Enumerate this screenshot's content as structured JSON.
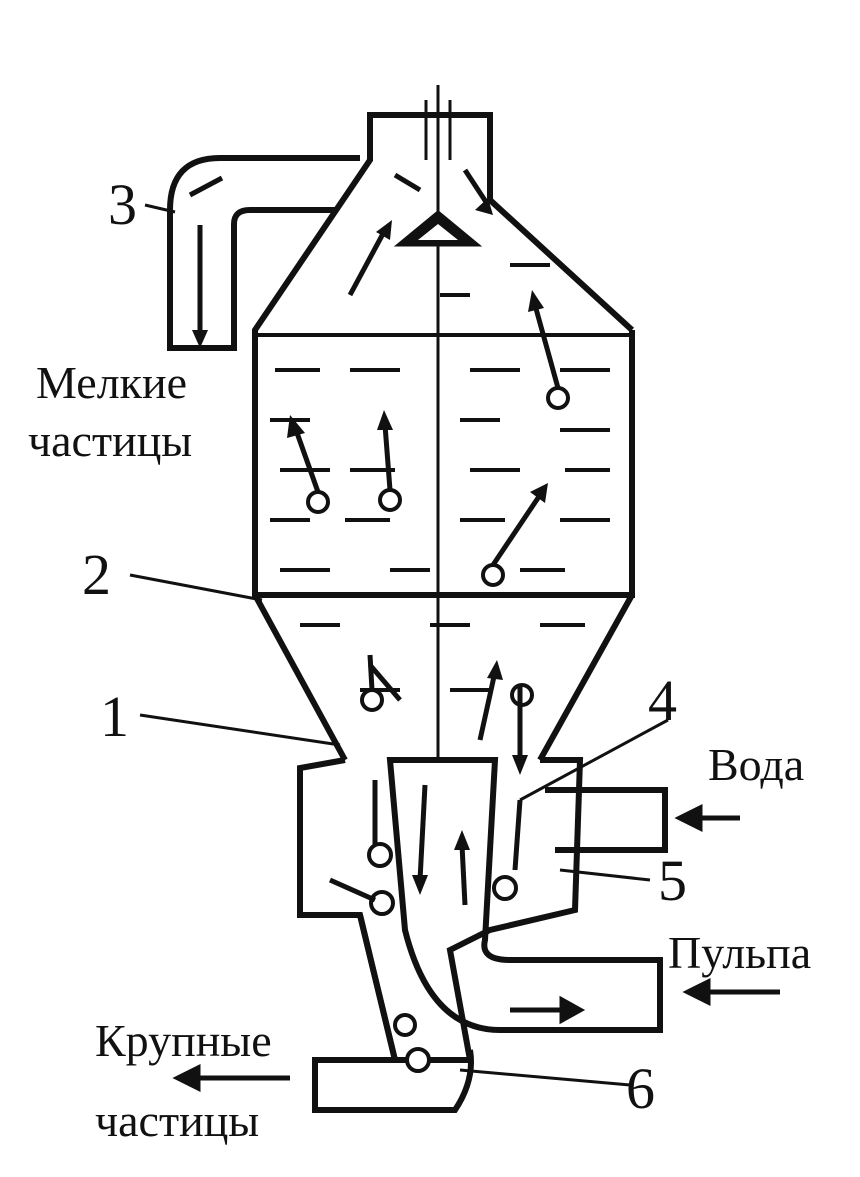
{
  "labels": {
    "n1": "1",
    "n2": "2",
    "n3": "3",
    "n4": "4",
    "n5": "5",
    "n6": "6",
    "fine_1": "Мелкие",
    "fine_2": "частицы",
    "water": "Вода",
    "pulp": "Пульпа",
    "coarse_1": "Крупные",
    "coarse_2": "частицы"
  },
  "colors": {
    "ink": "#111111",
    "background": "#ffffff"
  }
}
